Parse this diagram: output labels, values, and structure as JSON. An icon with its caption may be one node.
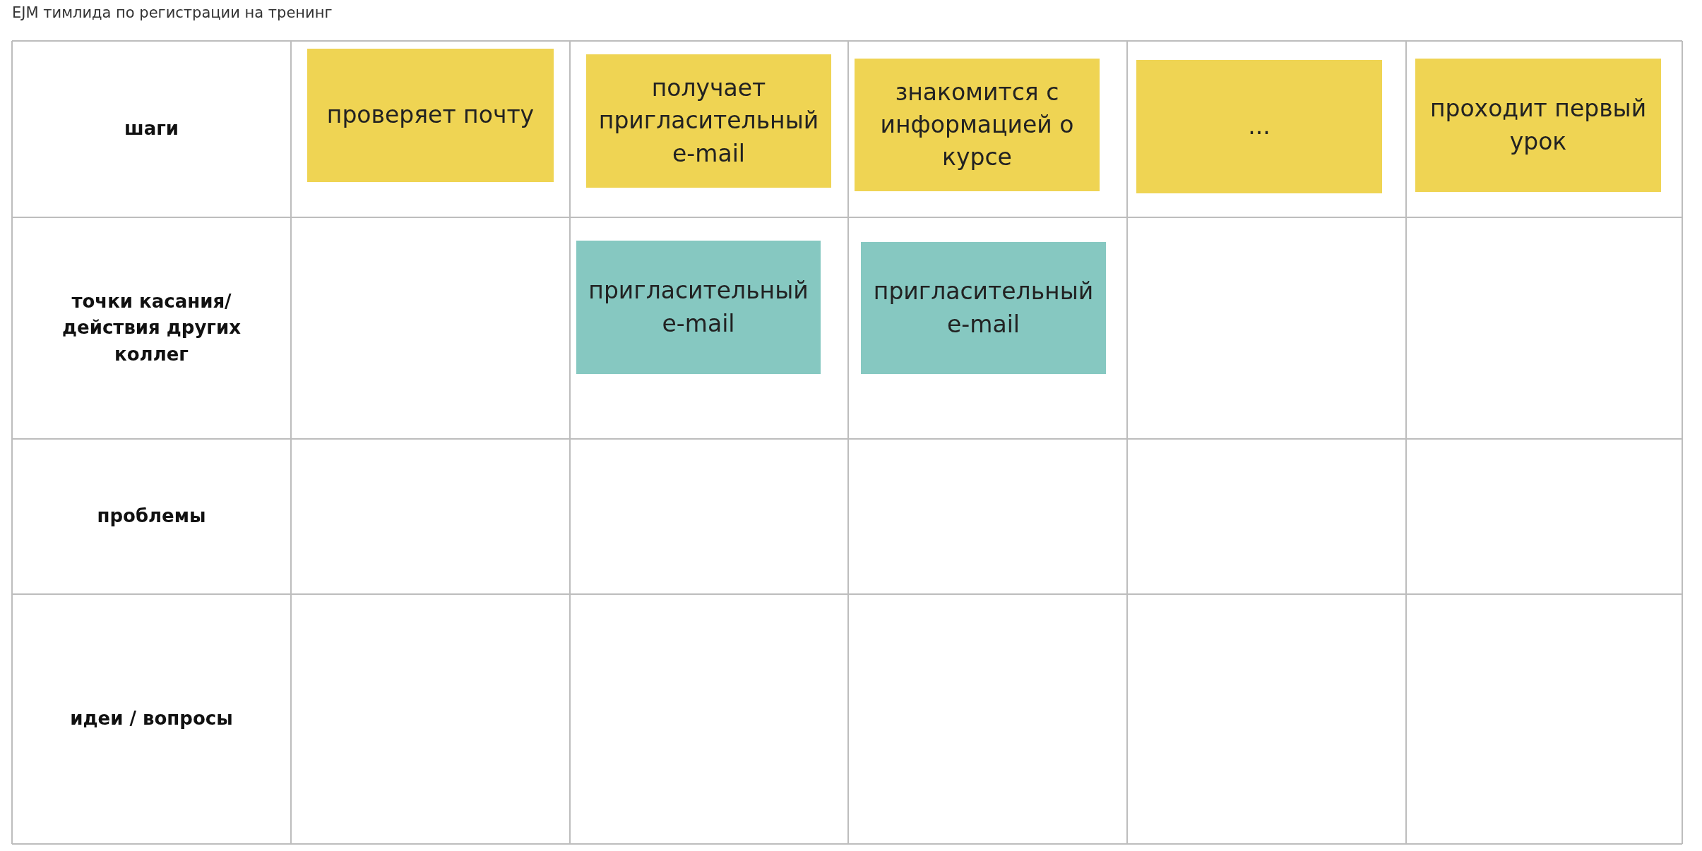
{
  "diagram": {
    "title": "EJM тимлида по регистрации на тренинг",
    "nodes": [
      {
        "text": [
          "проверяет почту"
        ]
      },
      {
        "text": [
          "получает пригласительный e-mail"
        ]
      },
      {
        "text": [
          "знакомится с информацией о курсе"
        ]
      },
      {
        "text": [
          "..."
        ]
      },
      {
        "text": [
          "проходит первый урок"
        ]
      },
      {
        "text": [
          "пригласительный e-mail"
        ]
      },
      {
        "text": [
          "пригласительный e-mail"
        ]
      }
    ],
    "labels": [
      "шаги",
      "точки касания/действия других коллег",
      "проблемы",
      "идеи / вопросы"
    ]
  }
}
